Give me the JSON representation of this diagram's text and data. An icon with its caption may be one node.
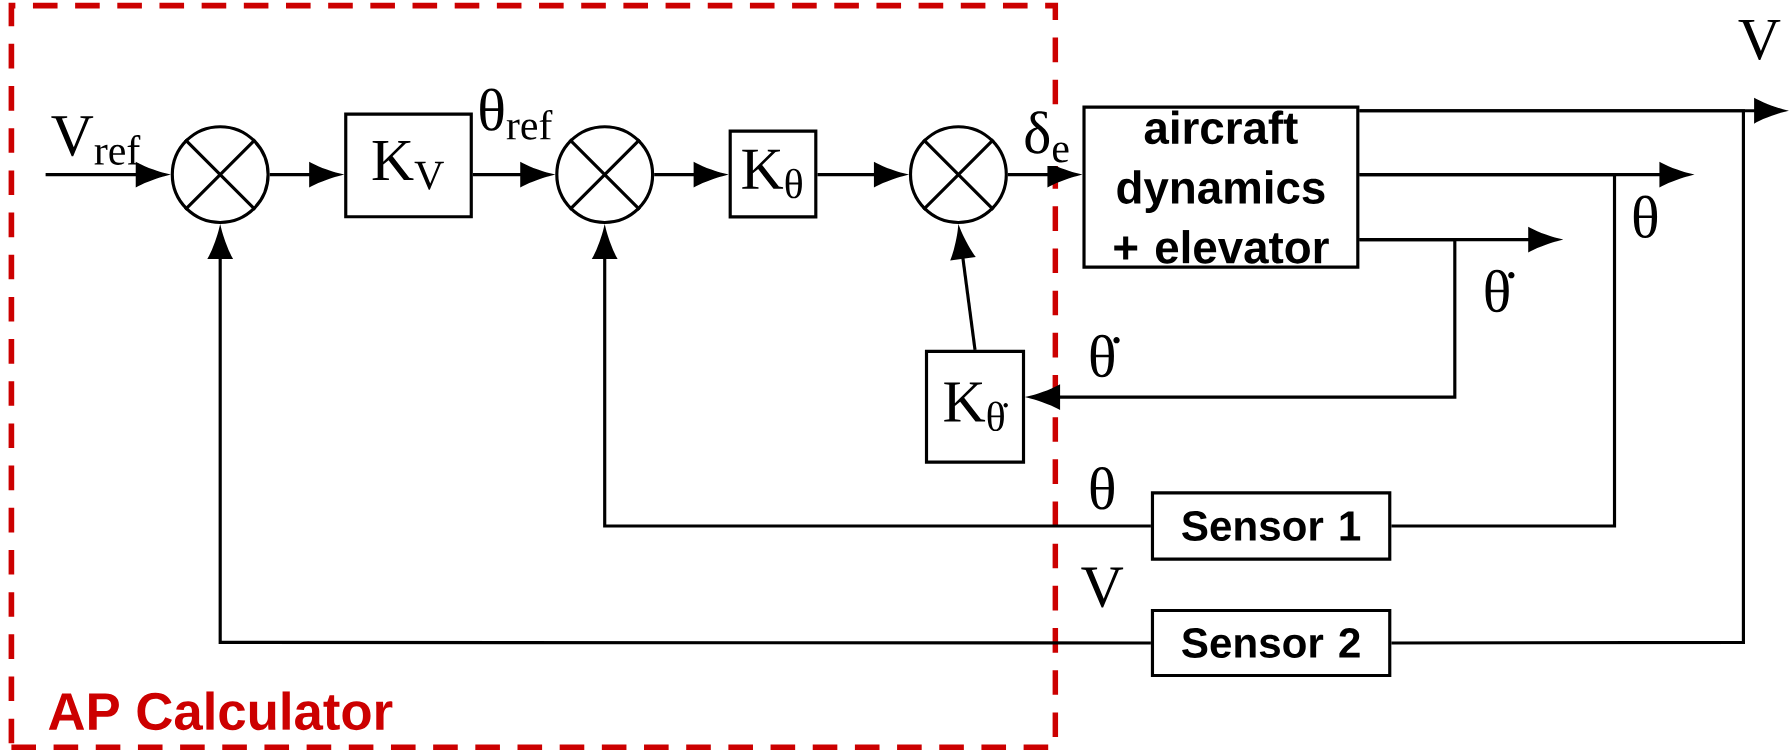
{
  "diagram": {
    "nodes": [
      {
        "text": [
          "AP Calculator"
        ]
      },
      {
        "text": [
          "V$_{ref}$"
        ],
        "in": 0
      },
      {
        "text": [],
        "shape": "circle",
        "in": 0
      },
      {
        "text": [
          "K$_{V}$"
        ],
        "in": 0
      },
      {
        "text": [],
        "shape": "circle",
        "in": 0
      },
      {
        "text": [
          "K$_{θ}$"
        ],
        "in": 0
      },
      {
        "text": [],
        "shape": "circle",
        "in": 0
      },
      {
        "text": [
          "aircraft dynamics + elevator"
        ]
      },
      {
        "text": [
          "K$_{θ̇}$"
        ],
        "in": 0
      },
      {
        "text": [
          "Sensor 1"
        ]
      },
      {
        "text": [
          "Sensor 2"
        ]
      }
    ],
    "edges": [
      {
        "from": 1,
        "to": 2,
        "arrow": "to"
      },
      {
        "from": 2,
        "to": 3,
        "arrow": "to"
      },
      {
        "from": 3,
        "to": 4,
        "arrow": "to",
        "label": "θ$_{ref}$"
      },
      {
        "from": 4,
        "to": 5,
        "arrow": "to"
      },
      {
        "from": 5,
        "to": 6,
        "arrow": "to"
      },
      {
        "from": 6,
        "to": 7,
        "arrow": "to",
        "label": "δ$_{e}$"
      },
      {
        "from": 7,
        "to": null,
        "arrow": "to",
        "label": "V"
      },
      {
        "from": 7,
        "to": null,
        "arrow": "to",
        "label": "θ"
      },
      {
        "from": 7,
        "to": null,
        "arrow": "to",
        "label": "θ̇"
      },
      {
        "from": 7,
        "to": 8,
        "arrow": "to",
        "label": "θ̇"
      },
      {
        "from": 8,
        "to": 6,
        "arrow": "to"
      },
      {
        "from": 7,
        "to": 9,
        "arrow": "none"
      },
      {
        "from": 9,
        "to": 4,
        "arrow": "to",
        "label": "θ"
      },
      {
        "from": 7,
        "to": 10,
        "arrow": "none"
      },
      {
        "from": 10,
        "to": 2,
        "arrow": "to",
        "label": "V"
      }
    ]
  }
}
